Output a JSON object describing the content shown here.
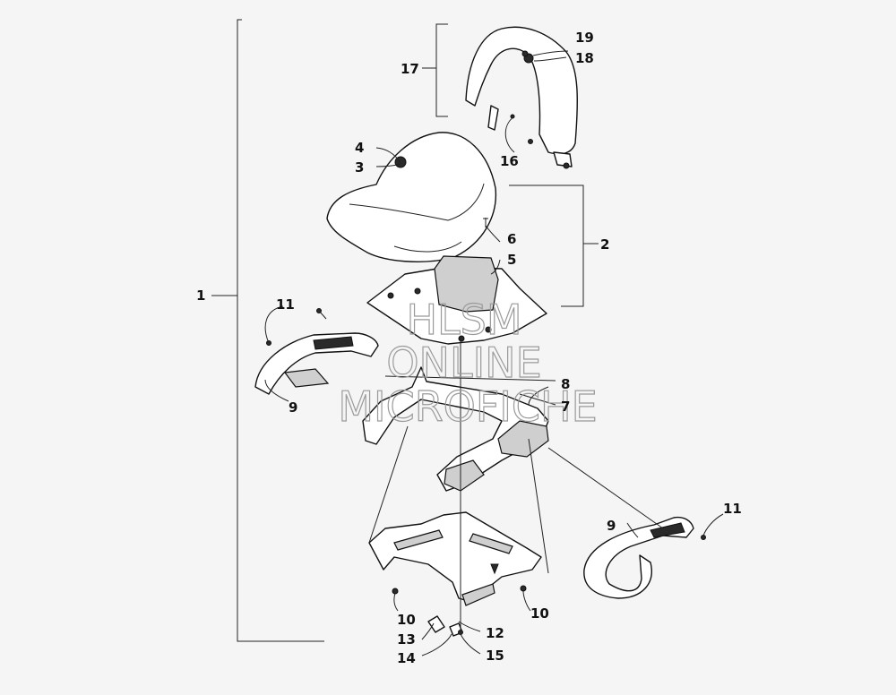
{
  "callouts": {
    "c1": "1",
    "c2": "2",
    "c3": "3",
    "c4": "4",
    "c5": "5",
    "c6": "6",
    "c7": "7",
    "c8": "8",
    "c9a": "9",
    "c9b": "9",
    "c10a": "10",
    "c10b": "10",
    "c11a": "11",
    "c11b": "11",
    "c12": "12",
    "c13": "13",
    "c14": "14",
    "c15": "15",
    "c16": "16",
    "c17": "17",
    "c18": "18",
    "c19": "19"
  },
  "watermark": {
    "line1": "HLSM",
    "line2": "ONLINE",
    "line3": "MICROFICHE"
  }
}
